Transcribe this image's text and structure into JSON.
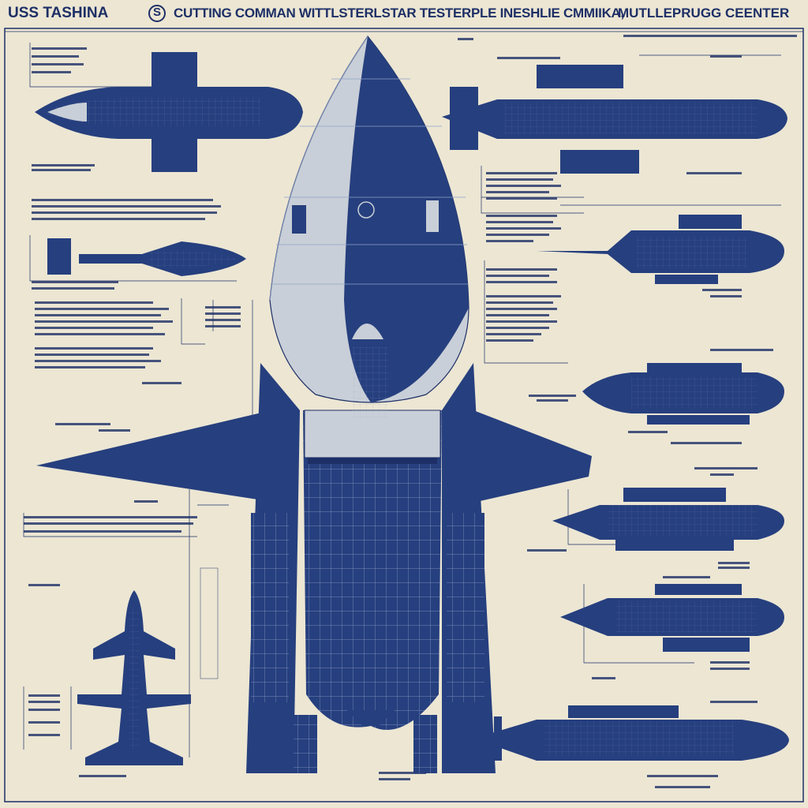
{
  "header": {
    "left_title": "USS TASHINA",
    "middle_title": "CUTTING COMMAN WITTLSTERLSTAR TESTERPLE INESHLIE CMMIIKA,",
    "right_title": "MUTLLEPRUGG CEENTER"
  },
  "icons": {
    "header_emblem": "starship-insignia-icon"
  },
  "colors": {
    "paper": "#ece6d3",
    "ink": "#1d2f66",
    "hull": "#263f7e",
    "hull_light": "#c9cfd8"
  }
}
